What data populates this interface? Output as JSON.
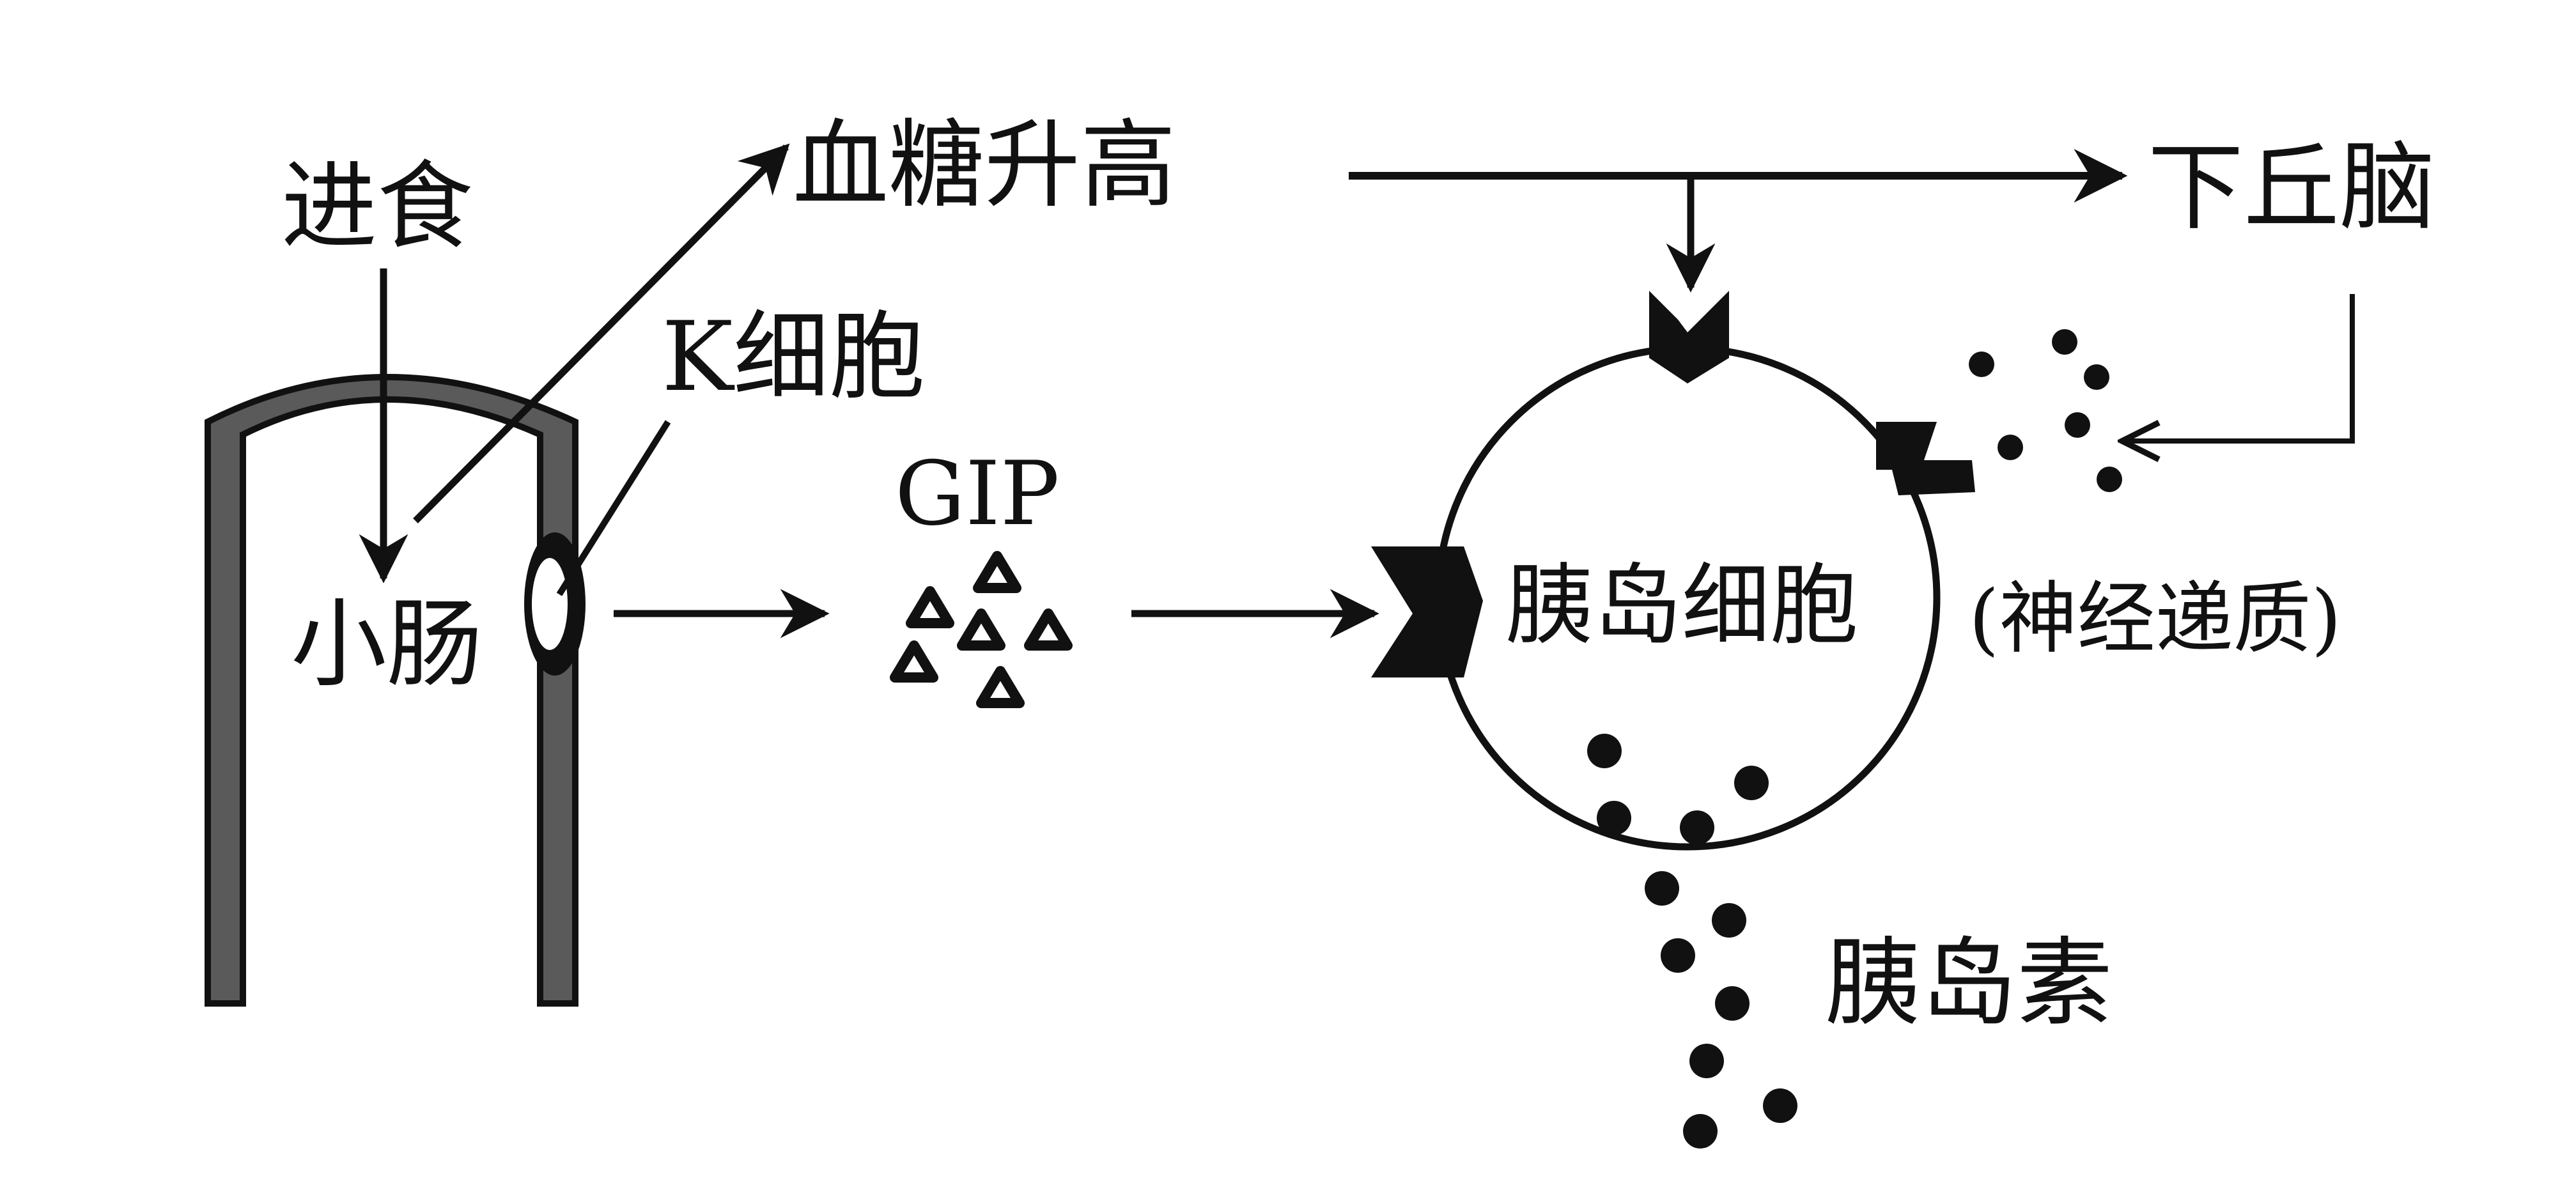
{
  "labels": {
    "eating": "进食",
    "blood_glucose_rise": "血糖升高",
    "hypothalamus": "下丘脑",
    "k_cell": "K细胞",
    "small_intestine": "小肠",
    "gip": "GIP",
    "islet_cell": "胰岛细胞",
    "neurotransmitter": "(神经递质)",
    "insulin": "胰岛素"
  },
  "colors": {
    "ink": "#111111",
    "intestine_wall": "#5a5a5a",
    "background": "#ffffff"
  }
}
